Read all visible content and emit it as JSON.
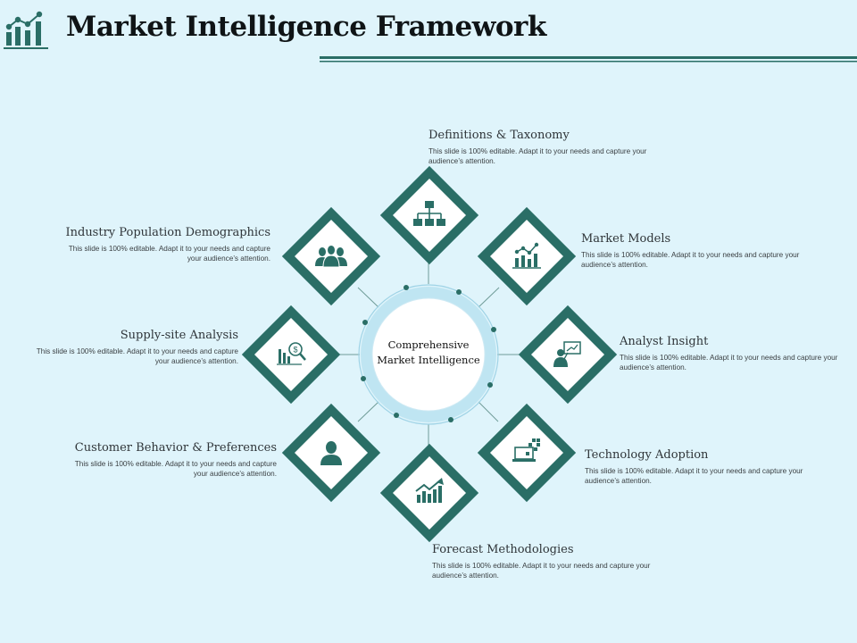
{
  "header": {
    "title": "Market Intelligence Framework",
    "logo_icon": "bar-chart-trend-icon"
  },
  "center": {
    "line1": "Comprehensive",
    "line2": "Market Intelligence"
  },
  "nodes": [
    {
      "title": "Definitions & Taxonomy",
      "text": "This slide is 100% editable. Adapt it to your needs and capture your audience’s attention.",
      "icon": "hierarchy-icon"
    },
    {
      "title": "Market Models",
      "text": "This slide is 100% editable. Adapt it to your needs and capture your audience’s attention.",
      "icon": "growth-chart-icon"
    },
    {
      "title": "Analyst Insight",
      "text": "This slide is 100% editable. Adapt it to your needs and capture your audience’s attention.",
      "icon": "presenter-icon"
    },
    {
      "title": "Technology Adoption",
      "text": "This slide is 100% editable. Adapt it to your needs and capture your audience’s attention.",
      "icon": "laptop-icon"
    },
    {
      "title": "Forecast Methodologies",
      "text": "This slide is 100% editable. Adapt it to your needs and capture your audience’s attention.",
      "icon": "forecast-chart-icon"
    },
    {
      "title": "Customer Behavior & Preferences",
      "text": "This slide is 100% editable. Adapt it to your needs and capture your audience’s attention.",
      "icon": "person-icon"
    },
    {
      "title": "Supply-site Analysis",
      "text": "This slide is 100% editable. Adapt it to your needs and capture your audience’s attention.",
      "icon": "analysis-icon"
    },
    {
      "title": "Industry Population Demographics",
      "text": "This slide is 100% editable. Adapt it to your needs and capture your audience’s attention.",
      "icon": "group-icon"
    }
  ],
  "colors": {
    "background": "#dff4fb",
    "primary": "#2a6e66",
    "ring": "#bfe5f2",
    "dot": "#2a6e66"
  }
}
